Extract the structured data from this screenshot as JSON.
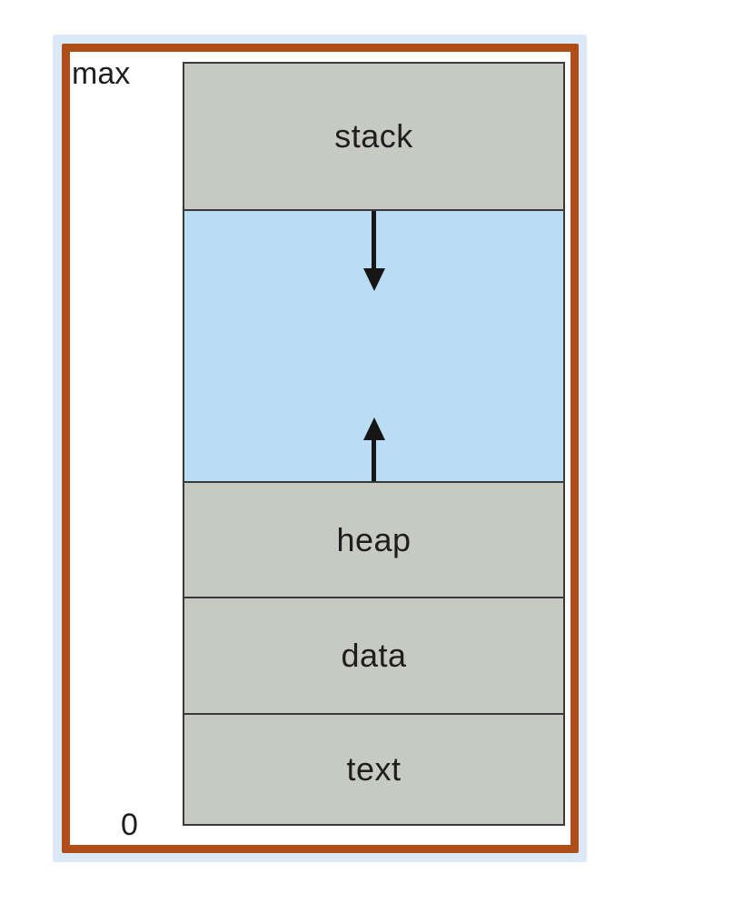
{
  "figure": {
    "max_label": "max",
    "zero_label": "0",
    "sections": [
      {
        "id": "stack",
        "label": "stack"
      },
      {
        "id": "free-space",
        "label": ""
      },
      {
        "id": "heap",
        "label": "heap"
      },
      {
        "id": "data",
        "label": "data"
      },
      {
        "id": "text",
        "label": "text"
      }
    ],
    "icons": [
      {
        "name": "stack-growth-arrow-icon",
        "direction": "down"
      },
      {
        "name": "heap-growth-arrow-icon",
        "direction": "up"
      }
    ]
  },
  "colors": {
    "page-bg": "#ffffff",
    "backing-blue": "#dce9f6",
    "frame-orange": "#b04e19",
    "section-gray": "#c7c9c3",
    "hole-blue": "#b9ddf4",
    "line-dark": "#3a3a3a",
    "text-dark": "#1e1e1e"
  }
}
